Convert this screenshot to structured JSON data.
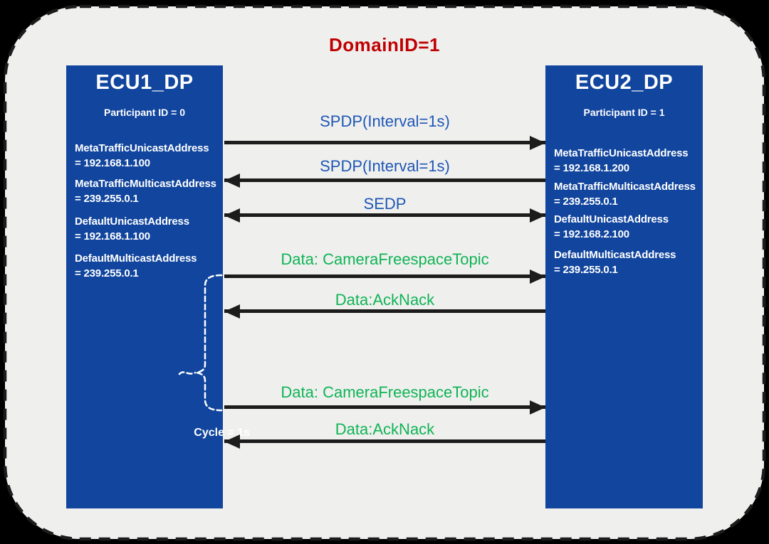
{
  "title": "DomainID=1",
  "ecu1": {
    "name": "ECU1_DP",
    "participant": "Participant ID = 0",
    "addresses": [
      {
        "name": "MetaTrafficUnicastAddress",
        "value": "= 192.168.1.100"
      },
      {
        "name": "MetaTrafficMulticastAddress",
        "value": "= 239.255.0.1"
      },
      {
        "name": "DefaultUnicastAddress",
        "value": "= 192.168.1.100"
      },
      {
        "name": "DefaultMulticastAddress",
        "value": "= 239.255.0.1"
      }
    ]
  },
  "ecu2": {
    "name": "ECU2_DP",
    "participant": "Participant ID = 1",
    "addresses": [
      {
        "name": "MetaTrafficUnicastAddress",
        "value": "= 192.168.1.200"
      },
      {
        "name": "MetaTrafficMulticastAddress",
        "value": "= 239.255.0.1"
      },
      {
        "name": "DefaultUnicastAddress",
        "value": "= 192.168.2.100"
      },
      {
        "name": "DefaultMulticastAddress",
        "value": "= 239.255.0.1"
      }
    ]
  },
  "messages": [
    {
      "label": "SPDP(Interval=1s)",
      "direction": "right",
      "color_role": "discovery-blue"
    },
    {
      "label": "SPDP(Interval=1s)",
      "direction": "left",
      "color_role": "discovery-blue"
    },
    {
      "label": "SEDP",
      "direction": "both",
      "color_role": "discovery-blue"
    },
    {
      "label": "Data: CameraFreespaceTopic",
      "direction": "right",
      "color_role": "data-green"
    },
    {
      "label": "Data:AckNack",
      "direction": "left",
      "color_role": "data-green"
    },
    {
      "label": "Data: CameraFreespaceTopic",
      "direction": "right",
      "color_role": "data-green"
    },
    {
      "label": "Data:AckNack",
      "direction": "left",
      "color_role": "data-green"
    }
  ],
  "cycle": {
    "label": "Cycle = 1s"
  },
  "colors": {
    "box_blue": "#11459e",
    "title_red": "#c00000",
    "label_blue": "#1f57b5",
    "label_green": "#10b455",
    "panel_bg": "#efefee",
    "arrow": "#1c1c1c"
  }
}
